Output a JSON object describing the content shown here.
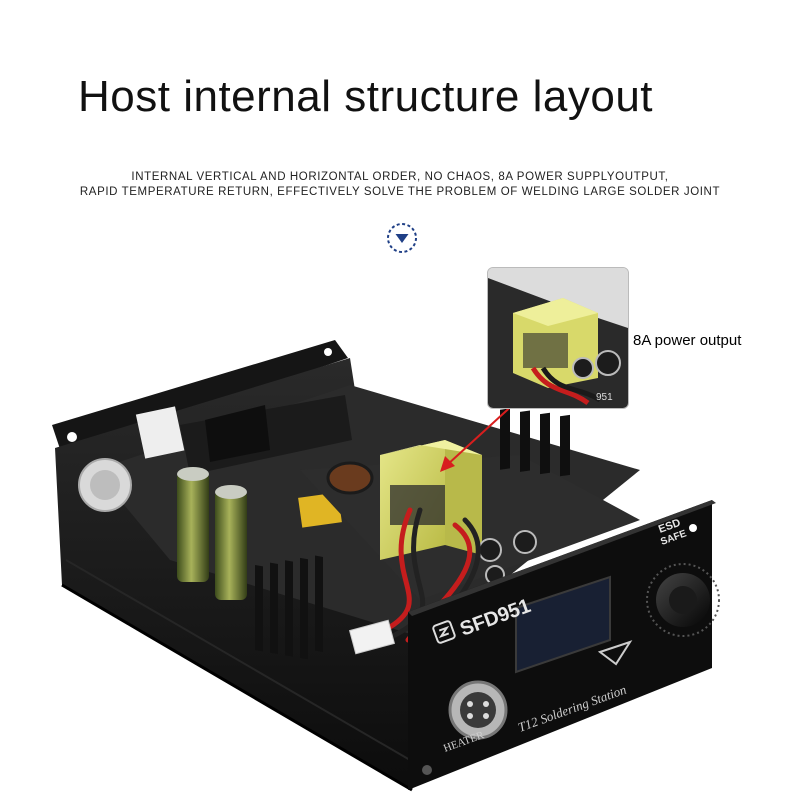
{
  "header": {
    "title": "Host internal structure layout",
    "subtitle_line1": "INTERNAL VERTICAL AND HORIZONTAL ORDER, NO CHAOS, 8A POWER SUPPLYOUTPUT,",
    "subtitle_line2": "RAPID TEMPERATURE RETURN, EFFECTIVELY SOLVE THE PROBLEM OF WELDING LARGE SOLDER JOINT"
  },
  "callout": {
    "label": "8A power output"
  },
  "device": {
    "brand": "SFD951",
    "model_text": "T12 Soldering Station",
    "port_label": "HEATER",
    "badge_top": "ESD",
    "badge_bottom": "SAFE",
    "pcb_text": "951"
  },
  "colors": {
    "accent_blue": "#1f3f86",
    "arrow_red": "#d81e1e",
    "transformer_yellow": "#d8d96a",
    "case_black": "#141414"
  },
  "icons": {
    "scroll_hint": "chevron-down-circle-icon"
  }
}
